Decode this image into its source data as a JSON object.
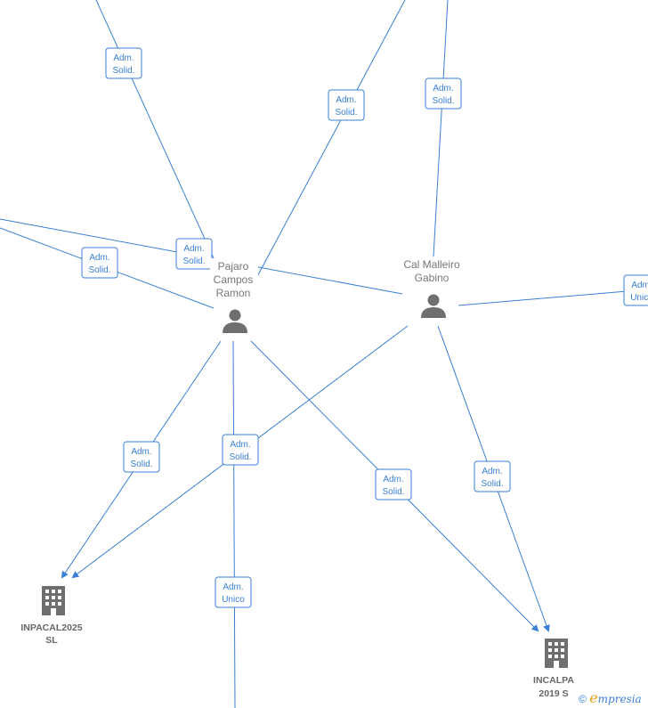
{
  "persons": [
    {
      "id": "pajaro",
      "lines": [
        "Pajaro",
        "Campos",
        "Ramon"
      ]
    },
    {
      "id": "cal",
      "lines": [
        "Cal Malleiro",
        "Gabino"
      ]
    }
  ],
  "companies": [
    {
      "id": "inpacal",
      "lines": [
        "INPACAL2025",
        "SL"
      ]
    },
    {
      "id": "incalpa",
      "lines": [
        "INCALPA",
        "2019  S"
      ]
    }
  ],
  "edge_labels": [
    {
      "id": "e1",
      "lines": [
        "Adm.",
        "Solid."
      ]
    },
    {
      "id": "e2",
      "lines": [
        "Adm.",
        "Solid."
      ]
    },
    {
      "id": "e3",
      "lines": [
        "Adm.",
        "Solid."
      ]
    },
    {
      "id": "e4",
      "lines": [
        "Adm.",
        "Solid."
      ]
    },
    {
      "id": "e5",
      "lines": [
        "Adm.",
        "Solid."
      ]
    },
    {
      "id": "e6",
      "lines": [
        "Adm.",
        "Unico"
      ]
    },
    {
      "id": "e7",
      "lines": [
        "Adm.",
        "Solid."
      ]
    },
    {
      "id": "e8",
      "lines": [
        "Adm.",
        "Solid."
      ]
    },
    {
      "id": "e9",
      "lines": [
        "Adm.",
        "Unico"
      ]
    },
    {
      "id": "e10",
      "lines": [
        "Adm.",
        "Solid."
      ]
    },
    {
      "id": "e11",
      "lines": [
        "Adm.",
        "Solid."
      ]
    }
  ],
  "footer": {
    "copyright": "©",
    "brand_initial": "e",
    "brand_rest": "mpresia"
  },
  "colors": {
    "edge": "#3a7fd5",
    "icon": "#6f6f6f"
  }
}
